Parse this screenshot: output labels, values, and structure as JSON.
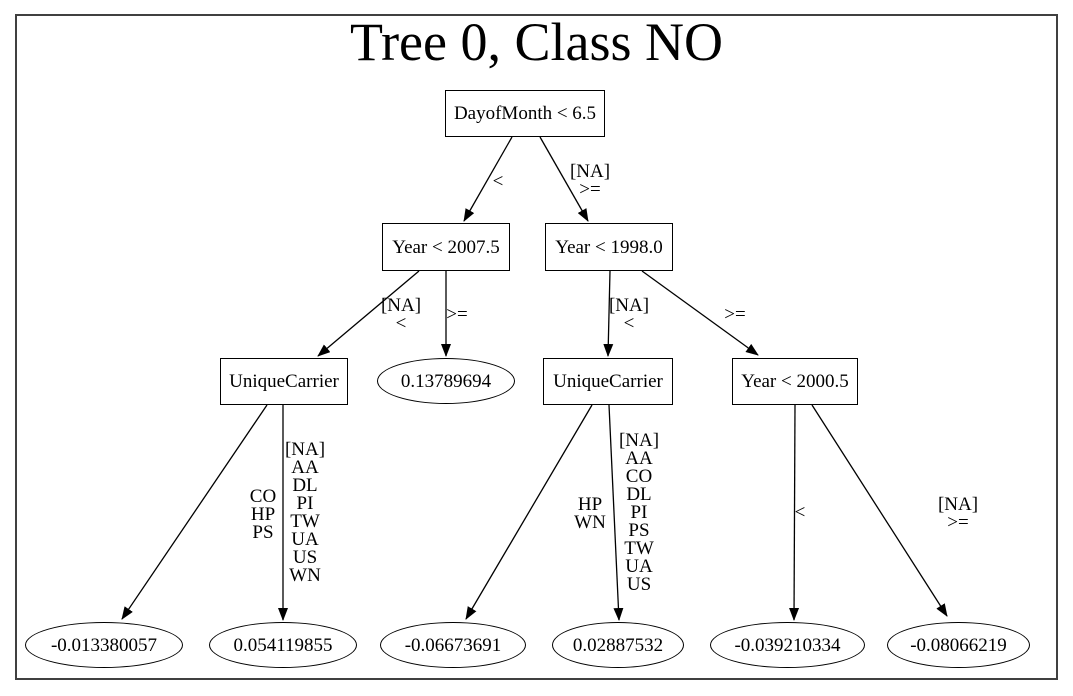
{
  "title": "Tree 0, Class NO",
  "nodes": {
    "root": {
      "label": "DayofMonth < 6.5",
      "type": "split"
    },
    "year_left": {
      "label": "Year < 2007.5",
      "type": "split"
    },
    "year_right": {
      "label": "Year < 1998.0",
      "type": "split"
    },
    "uc_left": {
      "label": "UniqueCarrier",
      "type": "split"
    },
    "leaf_top": {
      "label": "0.13789694",
      "type": "leaf"
    },
    "uc_mid": {
      "label": "UniqueCarrier",
      "type": "split"
    },
    "year_bottom": {
      "label": "Year < 2000.5",
      "type": "split"
    },
    "leaf_1": {
      "label": "-0.013380057",
      "type": "leaf"
    },
    "leaf_2": {
      "label": "0.054119855",
      "type": "leaf"
    },
    "leaf_3": {
      "label": "-0.06673691",
      "type": "leaf"
    },
    "leaf_4": {
      "label": "0.02887532",
      "type": "leaf"
    },
    "leaf_5": {
      "label": "-0.039210334",
      "type": "leaf"
    },
    "leaf_6": {
      "label": "-0.08066219",
      "type": "leaf"
    }
  },
  "edges": {
    "root_to_year_left": "<",
    "root_to_year_right": "[NA]\n>=",
    "year_left_to_uc_left": "[NA]\n<",
    "year_left_to_leaf_top": ">=",
    "year_right_to_uc_mid": "[NA]\n<",
    "year_right_to_year_bottom": ">=",
    "uc_left_to_leaf_1": "CO\nHP\nPS",
    "uc_left_to_leaf_2": "[NA]\nAA\nDL\nPI\nTW\nUA\nUS\nWN",
    "uc_mid_to_leaf_3": "HP\nWN",
    "uc_mid_to_leaf_4": "[NA]\nAA\nCO\nDL\nPI\nPS\nTW\nUA\nUS",
    "year_bottom_to_leaf_5": "<",
    "year_bottom_to_leaf_6": "[NA]\n>="
  },
  "colors": {
    "stroke": "#000000",
    "frame": "#404040",
    "background": "#ffffff",
    "text": "#000000"
  }
}
